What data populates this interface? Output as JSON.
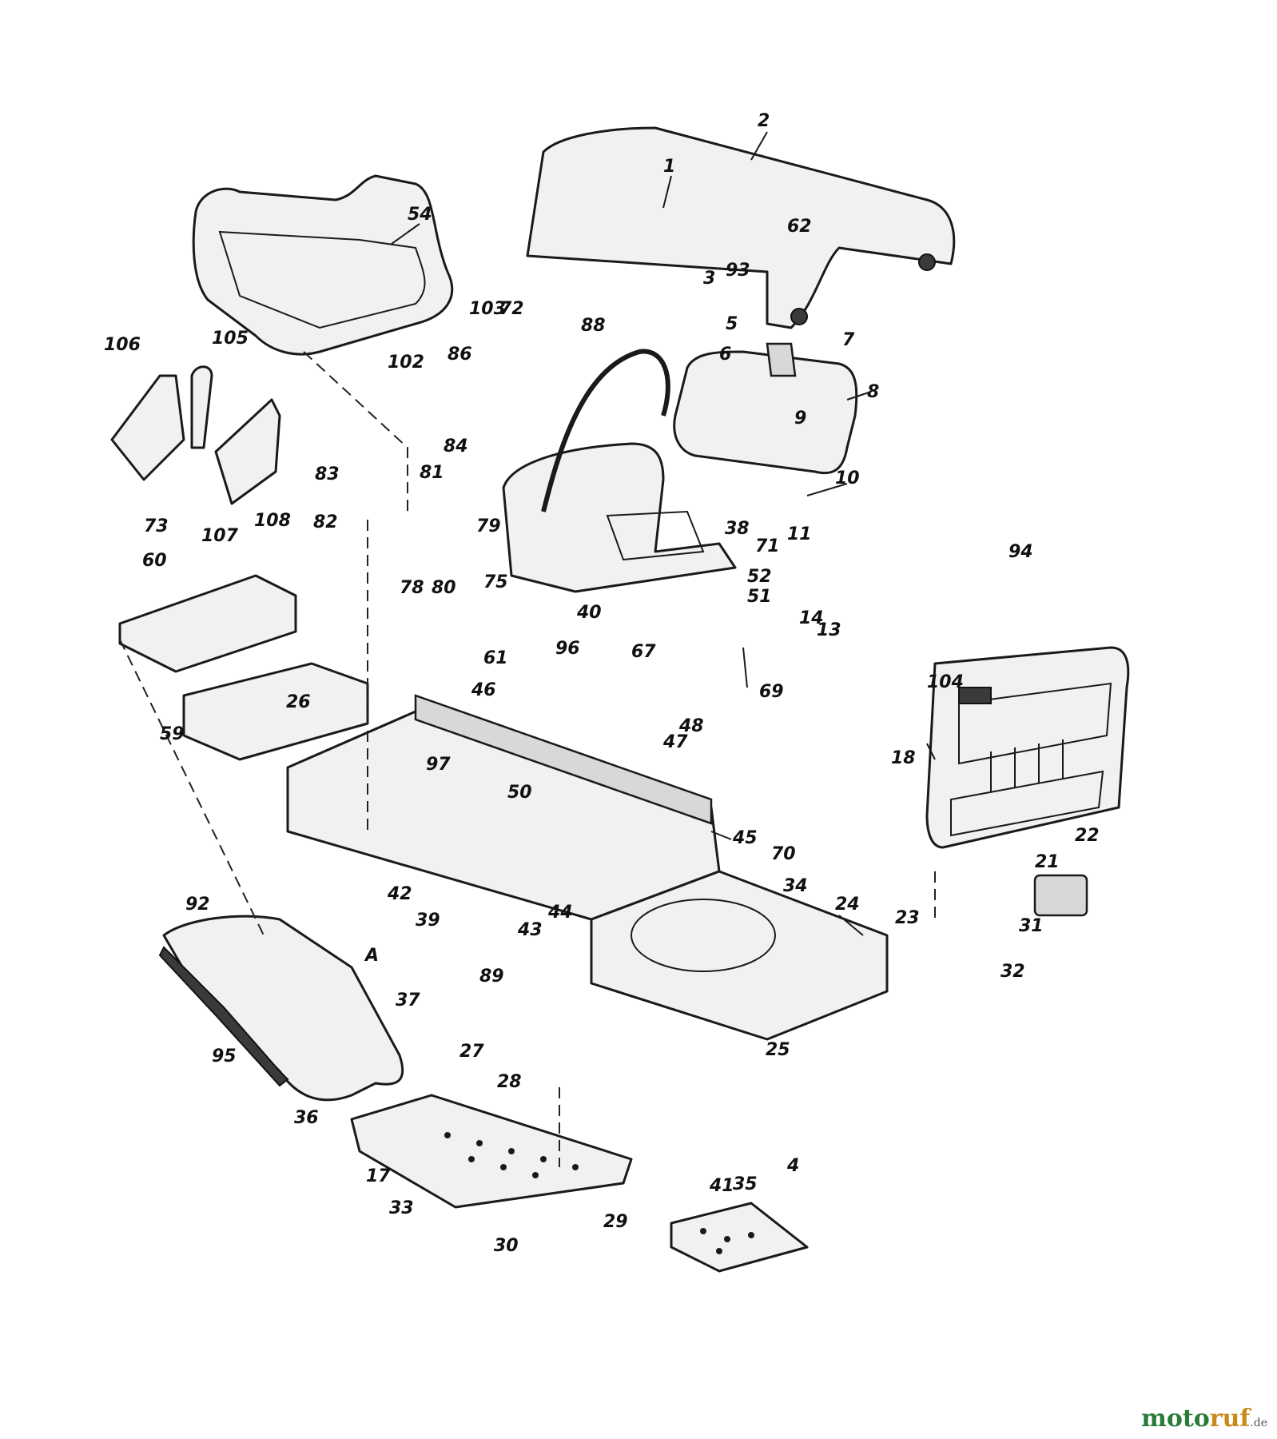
{
  "callouts": [
    "1",
    "2",
    "3",
    "4",
    "5",
    "6",
    "7",
    "8",
    "9",
    "10",
    "11",
    "13",
    "14",
    "17",
    "18",
    "21",
    "22",
    "23",
    "24",
    "25",
    "26",
    "27",
    "28",
    "29",
    "30",
    "31",
    "32",
    "33",
    "34",
    "35",
    "36",
    "37",
    "38",
    "39",
    "40",
    "41",
    "42",
    "43",
    "44",
    "45",
    "46",
    "47",
    "48",
    "50",
    "51",
    "52",
    "54",
    "59",
    "60",
    "61",
    "62",
    "67",
    "69",
    "70",
    "71",
    "72",
    "73",
    "75",
    "78",
    "79",
    "80",
    "81",
    "82",
    "83",
    "84",
    "86",
    "88",
    "89",
    "92",
    "93",
    "94",
    "95",
    "96",
    "97",
    "102",
    "103",
    "104",
    "105",
    "106",
    "107",
    "108",
    "A"
  ],
  "watermark": {
    "brand_a": "moto",
    "brand_b": "ruf",
    "brand_c": "",
    "suffix": ".de"
  }
}
